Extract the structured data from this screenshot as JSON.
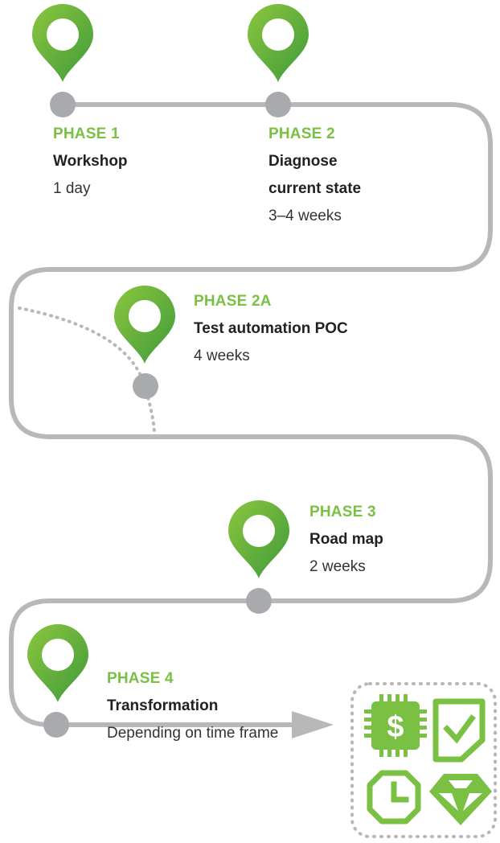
{
  "colors": {
    "track": "#b8b8b8",
    "dot": "#a9aaad",
    "pin_light": "#8cc63f",
    "pin_dark": "#3f9a3a",
    "accent": "#7ac143"
  },
  "phases": [
    {
      "label": "PHASE 1",
      "title": "Workshop",
      "duration": "1 day"
    },
    {
      "label": "PHASE 2",
      "title": "Diagnose",
      "title_line2": "current state",
      "duration": "3–4 weeks"
    },
    {
      "label": "PHASE 2A",
      "title": "Test automation POC",
      "duration": "4 weeks"
    },
    {
      "label": "PHASE 3",
      "title": "Road map",
      "duration": "2 weeks"
    },
    {
      "label": "PHASE 4",
      "title": "Transformation",
      "duration": "Depending on time frame"
    }
  ],
  "outcome_icons": [
    "chip-dollar-icon",
    "shield-check-icon",
    "clock-icon",
    "diamond-icon"
  ]
}
